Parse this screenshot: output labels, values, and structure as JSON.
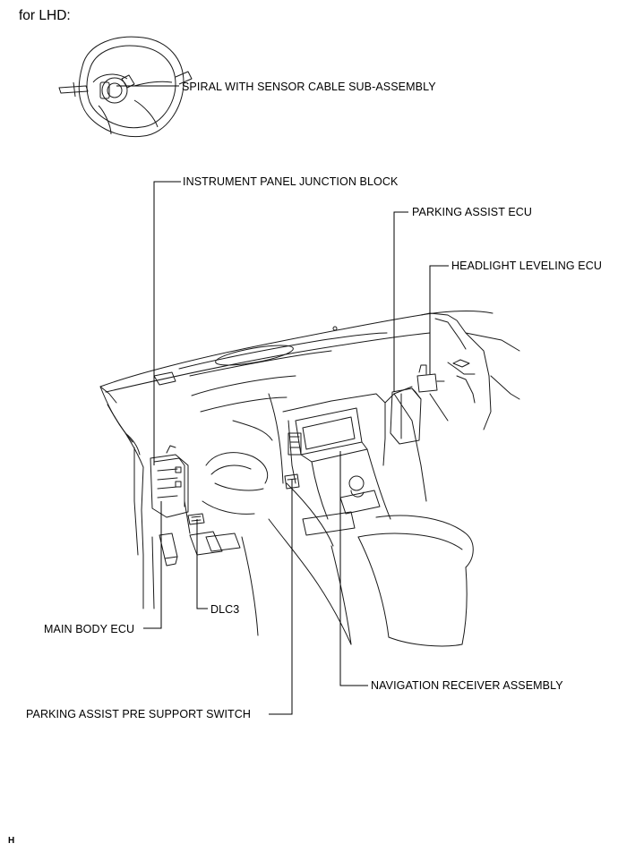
{
  "header": {
    "variant": "for LHD:"
  },
  "labels": {
    "spiral_cable": "SPIRAL WITH SENSOR CABLE SUB-ASSEMBLY",
    "instrument_panel_jb": "INSTRUMENT PANEL JUNCTION BLOCK",
    "parking_assist_ecu": "PARKING ASSIST ECU",
    "headlight_leveling_ecu": "HEADLIGHT LEVELING ECU",
    "dlc3": "DLC3",
    "main_body_ecu": "MAIN BODY ECU",
    "navigation_receiver": "NAVIGATION RECEIVER ASSEMBLY",
    "pre_support_switch": "PARKING ASSIST PRE SUPPORT SWITCH"
  },
  "footer": {
    "mark": "H"
  },
  "colors": {
    "line": "#000000",
    "drawing": "#1a1a1a",
    "background": "#ffffff"
  }
}
